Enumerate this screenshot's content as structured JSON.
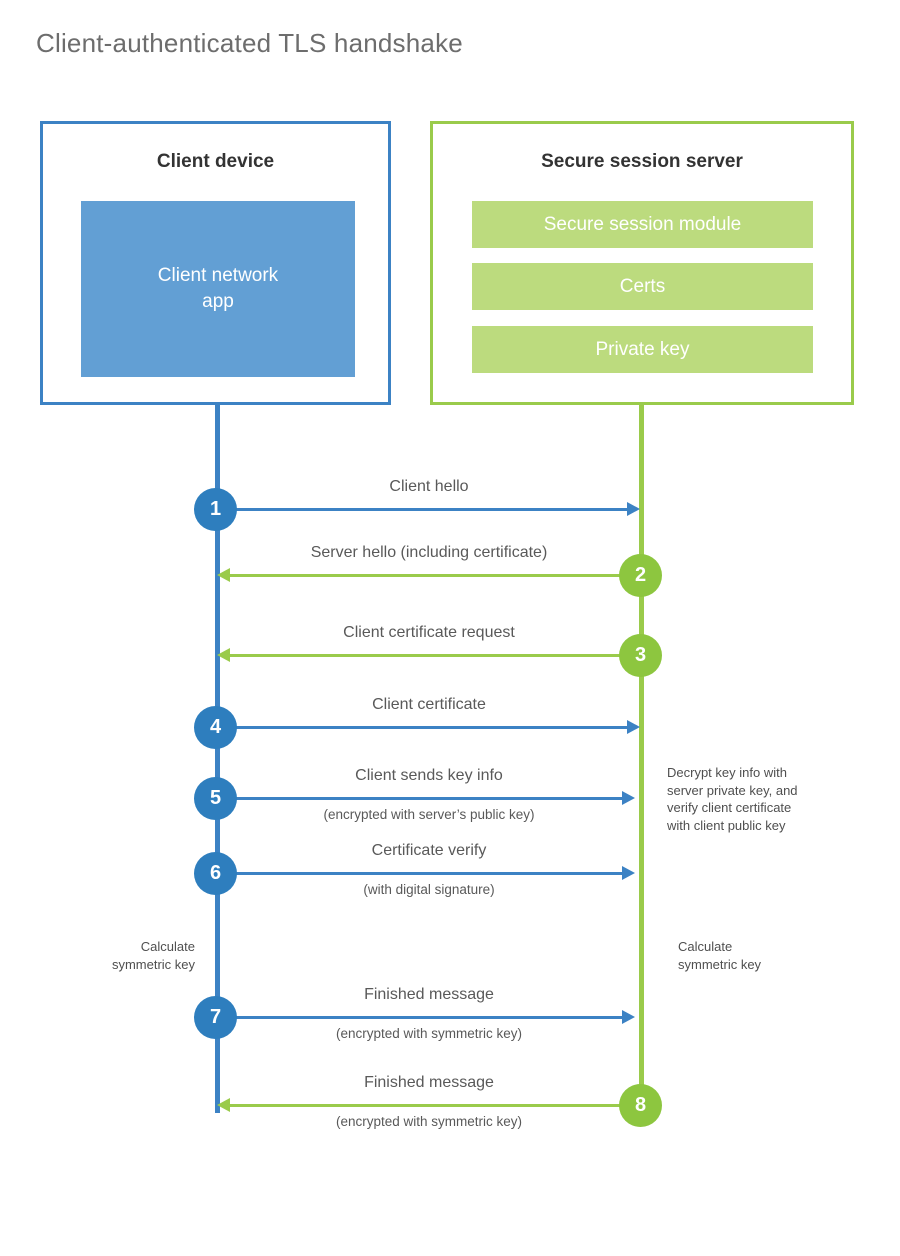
{
  "title": "Client-authenticated TLS handshake",
  "colors": {
    "client_blue": "#3c82c4",
    "client_circle_blue": "#2e7ebe",
    "client_app_fill": "#629fd4",
    "server_green": "#9acb4b",
    "server_circle_green": "#8dc63f",
    "server_bar_fill": "#bcdb7e",
    "title_text": "#6d6d6d",
    "label_text": "#595959",
    "background": "#ffffff"
  },
  "actors": {
    "client": {
      "title": "Client device",
      "app_label": "Client network\napp"
    },
    "server": {
      "title": "Secure session server",
      "components": [
        "Secure session module",
        "Certs",
        "Private key"
      ]
    }
  },
  "messages": [
    {
      "number": "1",
      "from": "client",
      "direction": "right",
      "color": "blue",
      "label": "Client hello",
      "sub_label": ""
    },
    {
      "number": "2",
      "from": "server",
      "direction": "left",
      "color": "green",
      "label": "Server hello (including certificate)",
      "sub_label": ""
    },
    {
      "number": "3",
      "from": "server",
      "direction": "left",
      "color": "green",
      "label": "Client certificate request",
      "sub_label": ""
    },
    {
      "number": "4",
      "from": "client",
      "direction": "right",
      "color": "blue",
      "label": "Client certificate",
      "sub_label": ""
    },
    {
      "number": "5",
      "from": "client",
      "direction": "right",
      "color": "blue",
      "label": "Client sends key info",
      "sub_label": "(encrypted with server’s public key)"
    },
    {
      "number": "6",
      "from": "client",
      "direction": "right",
      "color": "blue",
      "label": "Certificate verify",
      "sub_label": "(with digital signature)"
    },
    {
      "number": "7",
      "from": "client",
      "direction": "right",
      "color": "blue",
      "label": "Finished message",
      "sub_label": "(encrypted with symmetric key)"
    },
    {
      "number": "8",
      "from": "server",
      "direction": "left",
      "color": "green",
      "label": "Finished message",
      "sub_label": "(encrypted with symmetric key)"
    }
  ],
  "annotations": {
    "decrypt_note": "Decrypt key info with\nserver private key, and\nverify client certificate\nwith client public key",
    "calculate_client": "Calculate\nsymmetric key",
    "calculate_server": "Calculate\nsymmetric key"
  }
}
